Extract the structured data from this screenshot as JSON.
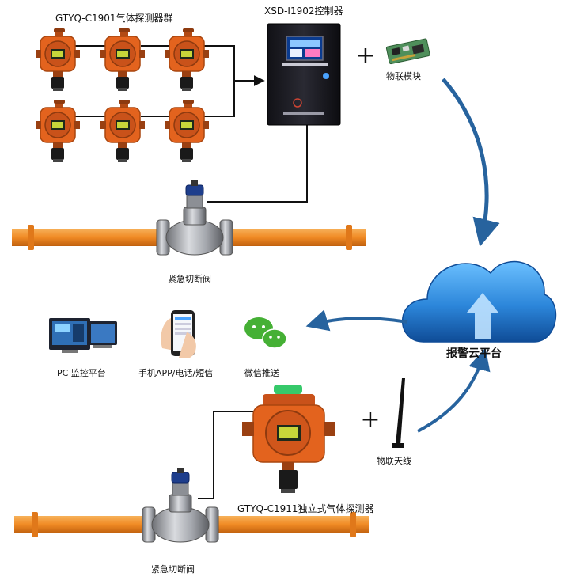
{
  "labels": {
    "detector_group": "GTYQ-C1901气体探测器群",
    "controller": "XSD-I1902控制器",
    "iot_module": "物联模块",
    "valve_top": "紧急切断阀",
    "cloud": "报警云平台",
    "pc": "PC 监控平台",
    "phone": "手机APP/电话/短信",
    "wechat": "微信推送",
    "antenna": "物联天线",
    "standalone_detector": "GTYQ-C1911独立式气体探测器",
    "valve_bottom": "紧急切断阀"
  },
  "symbols": {
    "plus": "+"
  },
  "colors": {
    "pipe": "#F08A24",
    "detector_body": "#E3631E",
    "controller_body": "#1B1B22",
    "cloud": "#2C86DA",
    "arrow": "#27639E",
    "wechat": "#45B035"
  }
}
